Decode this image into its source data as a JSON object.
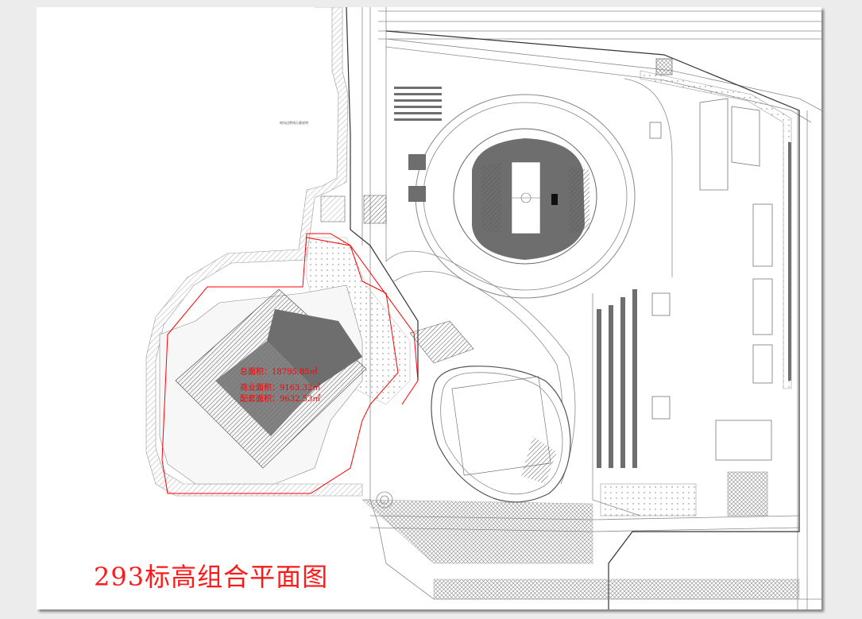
{
  "drawing": {
    "title": "293标高组合平面图",
    "small_note": "地块边界线示意说明",
    "areas": [
      {
        "label": "总面积：18795.85㎡"
      },
      {
        "label": "商业面积：9163.32㎡"
      },
      {
        "label": "配套面积：9632.53㎡"
      }
    ]
  },
  "colors": {
    "accent_red": "#ff0000",
    "building_fill": "#6e6e6e",
    "line_gray": "#8a8a8a"
  }
}
